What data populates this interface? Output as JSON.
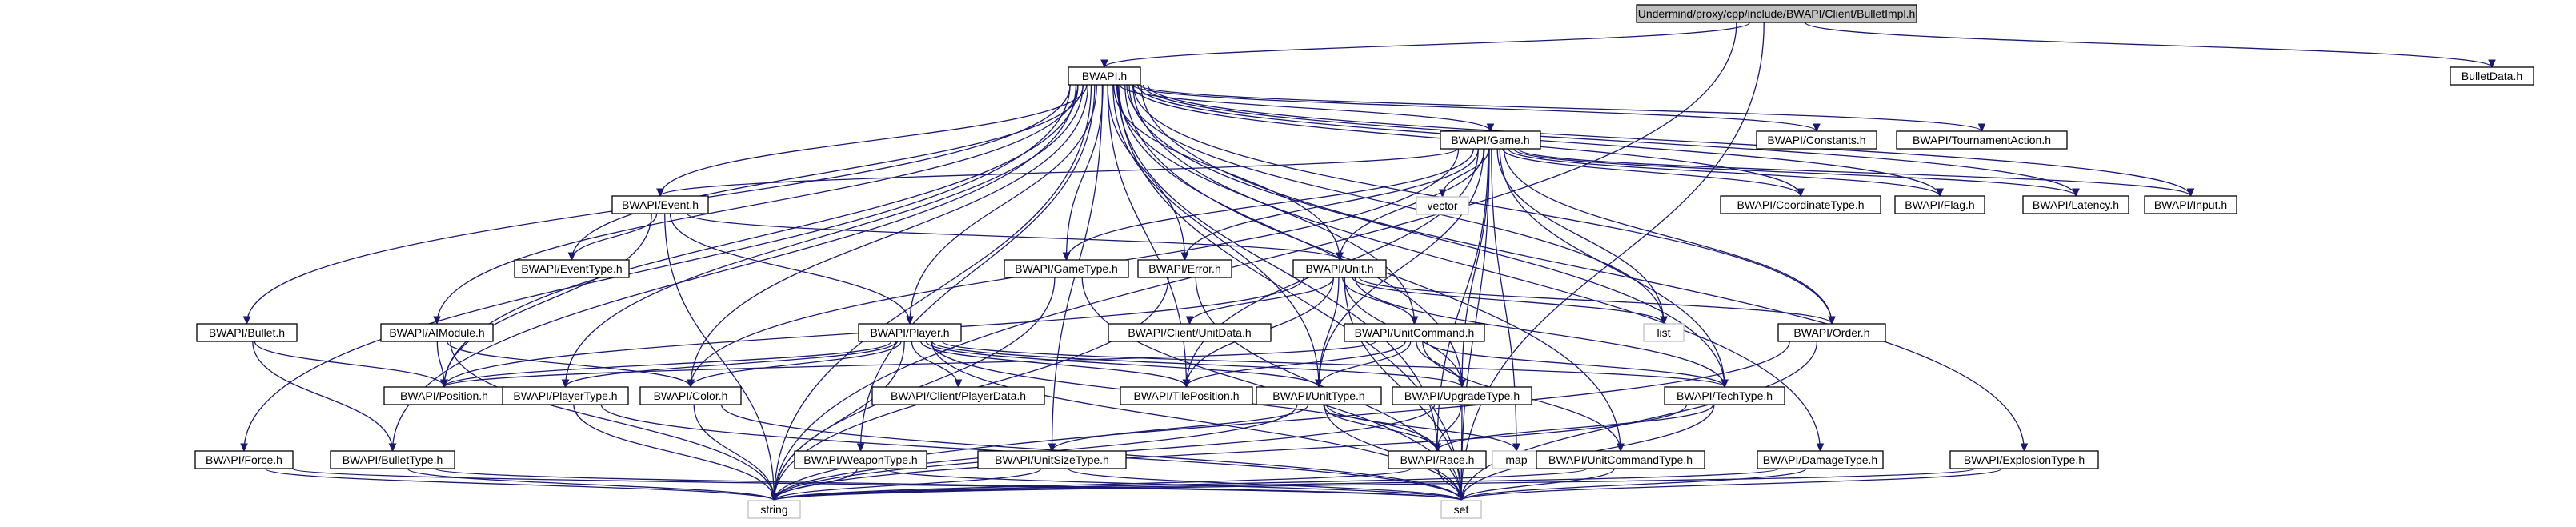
{
  "colors": {
    "edge": "#191970",
    "root_fill": "#bfbfbf",
    "node_fill": "#ffffff",
    "ext_border": "#bfbfbf"
  },
  "nodes": [
    {
      "id": "root",
      "label": "Undermind/proxy/cpp/include/BWAPI/Client/BulletImpl.h",
      "style": "root"
    },
    {
      "id": "bwapi",
      "label": "BWAPI.h"
    },
    {
      "id": "bulletdata",
      "label": "BulletData.h"
    },
    {
      "id": "game",
      "label": "BWAPI/Game.h"
    },
    {
      "id": "constants",
      "label": "BWAPI/Constants.h"
    },
    {
      "id": "tournament",
      "label": "BWAPI/TournamentAction.h"
    },
    {
      "id": "event",
      "label": "BWAPI/Event.h"
    },
    {
      "id": "vector",
      "label": "vector",
      "style": "ext"
    },
    {
      "id": "coordtype",
      "label": "BWAPI/CoordinateType.h"
    },
    {
      "id": "flag",
      "label": "BWAPI/Flag.h"
    },
    {
      "id": "latency",
      "label": "BWAPI/Latency.h"
    },
    {
      "id": "input",
      "label": "BWAPI/Input.h"
    },
    {
      "id": "eventtype",
      "label": "BWAPI/EventType.h"
    },
    {
      "id": "gametype",
      "label": "BWAPI/GameType.h"
    },
    {
      "id": "error",
      "label": "BWAPI/Error.h"
    },
    {
      "id": "unit",
      "label": "BWAPI/Unit.h"
    },
    {
      "id": "list",
      "label": "list",
      "style": "ext"
    },
    {
      "id": "order",
      "label": "BWAPI/Order.h"
    },
    {
      "id": "bullet",
      "label": "BWAPI/Bullet.h"
    },
    {
      "id": "aimodule",
      "label": "BWAPI/AIModule.h"
    },
    {
      "id": "player",
      "label": "BWAPI/Player.h"
    },
    {
      "id": "clientunitdata",
      "label": "BWAPI/Client/UnitData.h"
    },
    {
      "id": "unitcommand",
      "label": "BWAPI/UnitCommand.h"
    },
    {
      "id": "position",
      "label": "BWAPI/Position.h"
    },
    {
      "id": "playertype",
      "label": "BWAPI/PlayerType.h"
    },
    {
      "id": "color",
      "label": "BWAPI/Color.h"
    },
    {
      "id": "clientplayerdata",
      "label": "BWAPI/Client/PlayerData.h"
    },
    {
      "id": "tileposition",
      "label": "BWAPI/TilePosition.h"
    },
    {
      "id": "unittype",
      "label": "BWAPI/UnitType.h"
    },
    {
      "id": "upgradetype",
      "label": "BWAPI/UpgradeType.h"
    },
    {
      "id": "techtype",
      "label": "BWAPI/TechType.h"
    },
    {
      "id": "map",
      "label": "map",
      "style": "ext"
    },
    {
      "id": "force",
      "label": "BWAPI/Force.h"
    },
    {
      "id": "bullettype",
      "label": "BWAPI/BulletType.h"
    },
    {
      "id": "weapontype",
      "label": "BWAPI/WeaponType.h"
    },
    {
      "id": "unitsizetype",
      "label": "BWAPI/UnitSizeType.h"
    },
    {
      "id": "race",
      "label": "BWAPI/Race.h"
    },
    {
      "id": "unitcommandtype",
      "label": "BWAPI/UnitCommandType.h"
    },
    {
      "id": "damagetype",
      "label": "BWAPI/DamageType.h"
    },
    {
      "id": "explosiontype",
      "label": "BWAPI/ExplosionType.h"
    },
    {
      "id": "string",
      "label": "string",
      "style": "ext"
    },
    {
      "id": "set",
      "label": "set",
      "style": "ext"
    }
  ],
  "edges": [
    [
      "root",
      "bwapi"
    ],
    [
      "root",
      "bulletdata"
    ],
    [
      "root",
      "string"
    ],
    [
      "root",
      "set"
    ],
    [
      "bwapi",
      "game"
    ],
    [
      "bwapi",
      "constants"
    ],
    [
      "bwapi",
      "tournament"
    ],
    [
      "bwapi",
      "event"
    ],
    [
      "bwapi",
      "coordtype"
    ],
    [
      "bwapi",
      "flag"
    ],
    [
      "bwapi",
      "latency"
    ],
    [
      "bwapi",
      "input"
    ],
    [
      "bwapi",
      "eventtype"
    ],
    [
      "bwapi",
      "gametype"
    ],
    [
      "bwapi",
      "error"
    ],
    [
      "bwapi",
      "unit"
    ],
    [
      "bwapi",
      "order"
    ],
    [
      "bwapi",
      "list"
    ],
    [
      "bwapi",
      "bullet"
    ],
    [
      "bwapi",
      "aimodule"
    ],
    [
      "bwapi",
      "player"
    ],
    [
      "bwapi",
      "unitcommand"
    ],
    [
      "bwapi",
      "position"
    ],
    [
      "bwapi",
      "playertype"
    ],
    [
      "bwapi",
      "color"
    ],
    [
      "bwapi",
      "tileposition"
    ],
    [
      "bwapi",
      "unittype"
    ],
    [
      "bwapi",
      "upgradetype"
    ],
    [
      "bwapi",
      "techtype"
    ],
    [
      "bwapi",
      "force"
    ],
    [
      "bwapi",
      "bullettype"
    ],
    [
      "bwapi",
      "weapontype"
    ],
    [
      "bwapi",
      "unitsizetype"
    ],
    [
      "bwapi",
      "race"
    ],
    [
      "bwapi",
      "unitcommandtype"
    ],
    [
      "bwapi",
      "damagetype"
    ],
    [
      "bwapi",
      "explosiontype"
    ],
    [
      "bwapi",
      "string"
    ],
    [
      "bwapi",
      "set"
    ],
    [
      "game",
      "vector"
    ],
    [
      "game",
      "coordtype"
    ],
    [
      "game",
      "flag"
    ],
    [
      "game",
      "latency"
    ],
    [
      "game",
      "input"
    ],
    [
      "game",
      "event"
    ],
    [
      "game",
      "gametype"
    ],
    [
      "game",
      "error"
    ],
    [
      "game",
      "unit"
    ],
    [
      "game",
      "list"
    ],
    [
      "game",
      "order"
    ],
    [
      "game",
      "color"
    ],
    [
      "game",
      "tileposition"
    ],
    [
      "game",
      "unittype"
    ],
    [
      "game",
      "upgradetype"
    ],
    [
      "game",
      "techtype"
    ],
    [
      "game",
      "race"
    ],
    [
      "game",
      "map"
    ],
    [
      "game",
      "set"
    ],
    [
      "event",
      "eventtype"
    ],
    [
      "event",
      "unit"
    ],
    [
      "event",
      "player"
    ],
    [
      "event",
      "position"
    ],
    [
      "event",
      "string"
    ],
    [
      "gametype",
      "string"
    ],
    [
      "gametype",
      "set"
    ],
    [
      "error",
      "string"
    ],
    [
      "error",
      "set"
    ],
    [
      "unit",
      "list"
    ],
    [
      "unit",
      "order"
    ],
    [
      "unit",
      "clientunitdata"
    ],
    [
      "unit",
      "unitcommand"
    ],
    [
      "unit",
      "position"
    ],
    [
      "unit",
      "tileposition"
    ],
    [
      "unit",
      "unittype"
    ],
    [
      "unit",
      "upgradetype"
    ],
    [
      "unit",
      "techtype"
    ],
    [
      "unit",
      "set"
    ],
    [
      "order",
      "string"
    ],
    [
      "order",
      "set"
    ],
    [
      "bullet",
      "position"
    ],
    [
      "bullet",
      "bullettype"
    ],
    [
      "aimodule",
      "position"
    ],
    [
      "aimodule",
      "color"
    ],
    [
      "aimodule",
      "string"
    ],
    [
      "player",
      "position"
    ],
    [
      "player",
      "playertype"
    ],
    [
      "player",
      "color"
    ],
    [
      "player",
      "clientplayerdata"
    ],
    [
      "player",
      "tileposition"
    ],
    [
      "player",
      "unittype"
    ],
    [
      "player",
      "upgradetype"
    ],
    [
      "player",
      "techtype"
    ],
    [
      "player",
      "race"
    ],
    [
      "player",
      "string"
    ],
    [
      "player",
      "set"
    ],
    [
      "unitcommand",
      "position"
    ],
    [
      "unitcommand",
      "tileposition"
    ],
    [
      "unitcommand",
      "unittype"
    ],
    [
      "unitcommand",
      "upgradetype"
    ],
    [
      "unitcommand",
      "techtype"
    ],
    [
      "unitcommand",
      "unitcommandtype"
    ],
    [
      "playertype",
      "string"
    ],
    [
      "playertype",
      "set"
    ],
    [
      "color",
      "string"
    ],
    [
      "color",
      "set"
    ],
    [
      "unittype",
      "unitsizetype"
    ],
    [
      "unittype",
      "race"
    ],
    [
      "unittype",
      "map"
    ],
    [
      "unittype",
      "string"
    ],
    [
      "unittype",
      "set"
    ],
    [
      "upgradetype",
      "race"
    ],
    [
      "upgradetype",
      "string"
    ],
    [
      "upgradetype",
      "set"
    ],
    [
      "techtype",
      "race"
    ],
    [
      "techtype",
      "string"
    ],
    [
      "techtype",
      "set"
    ],
    [
      "force",
      "string"
    ],
    [
      "force",
      "set"
    ],
    [
      "bullettype",
      "string"
    ],
    [
      "bullettype",
      "set"
    ],
    [
      "weapontype",
      "string"
    ],
    [
      "weapontype",
      "set"
    ],
    [
      "unitsizetype",
      "string"
    ],
    [
      "unitsizetype",
      "set"
    ],
    [
      "race",
      "string"
    ],
    [
      "race",
      "set"
    ],
    [
      "unitcommandtype",
      "string"
    ],
    [
      "unitcommandtype",
      "set"
    ],
    [
      "damagetype",
      "string"
    ],
    [
      "damagetype",
      "set"
    ],
    [
      "explosiontype",
      "string"
    ],
    [
      "explosiontype",
      "set"
    ]
  ]
}
